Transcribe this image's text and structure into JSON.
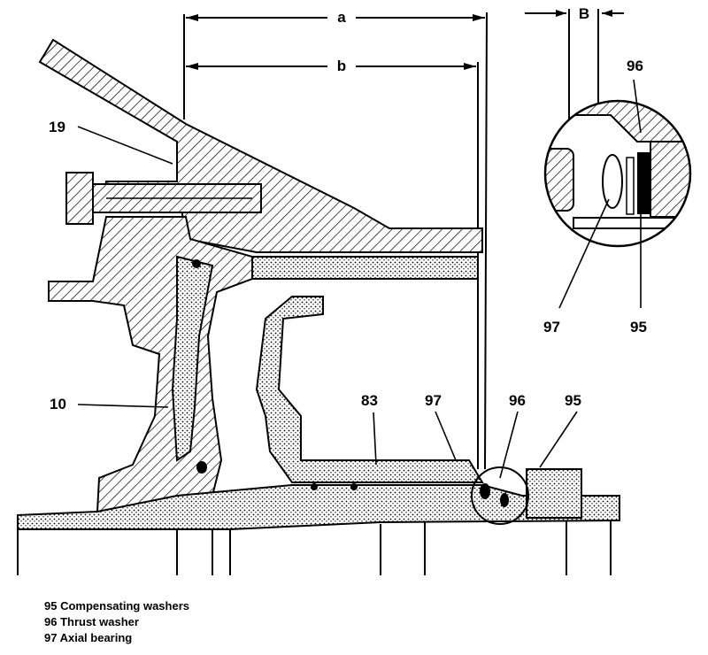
{
  "dimensions": {
    "a": "a",
    "b": "b",
    "B": "B"
  },
  "callouts": {
    "c19": "19",
    "c10": "10",
    "c83": "83",
    "c97": "97",
    "c96": "96",
    "c95": "95",
    "detail_96": "96",
    "detail_97": "97",
    "detail_95": "95"
  },
  "legend": [
    "95 Compensating washers",
    "96 Thrust washer",
    "97 Axial bearing"
  ]
}
